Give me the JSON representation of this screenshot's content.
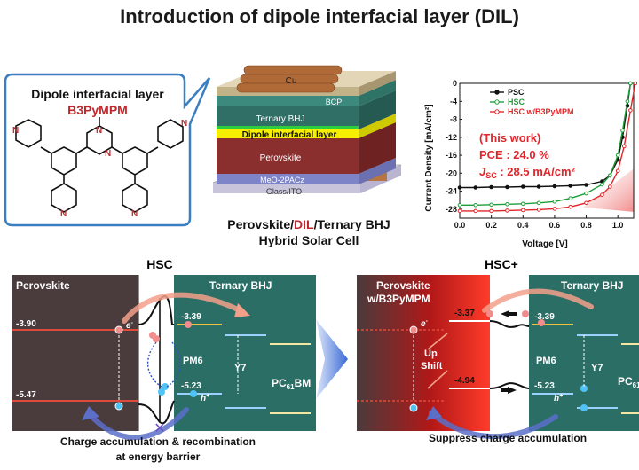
{
  "title": "Introduction of dipole interfacial layer (DIL)",
  "colors": {
    "dark_red": "#c0272d",
    "perovskite": "#4a3b3c",
    "bhj": "#2b6e66",
    "arrow_blue": "#5b6fc9"
  },
  "molecule": {
    "heading": "Dipole interfacial layer",
    "name": "B3PyMPM",
    "atom_label": "N"
  },
  "device": {
    "layers": [
      "Cu",
      "BCP",
      "Ternary BHJ",
      "Dipole interfacial layer",
      "Perovskite",
      "MeO-2PACz",
      "Glass/ITO"
    ],
    "caption_pre": "Perovskite/",
    "caption_dil": "DIL",
    "caption_post": "/Ternary BHJ",
    "caption_line2": "Hybrid Solar Cell"
  },
  "jv_plot": {
    "ylabel": "Current Density [mA/cm²]",
    "xlabel": "Voltage [V]",
    "legend": [
      "PSC",
      "HSC",
      "HSC w/B3PyMPM"
    ],
    "annotation_line1": "(This work)",
    "annotation_line2": "PCE : 24.0 %",
    "annotation_line3_italic": "J",
    "annotation_line3_sub": "SC",
    "annotation_line3_rest": " : 28.5 mA/cm²"
  },
  "chart_data": {
    "type": "line",
    "xlabel": "Voltage [V]",
    "ylabel": "Current Density [mA/cm²]",
    "xlim": [
      0.0,
      1.1
    ],
    "ylim": [
      -30,
      0
    ],
    "xticks": [
      "0.0",
      "0.2",
      "0.4",
      "0.6",
      "0.8",
      "1.0"
    ],
    "yticks": [
      "0",
      "-4",
      "-8",
      "-12",
      "-16",
      "-20",
      "-24",
      "-28"
    ],
    "series": [
      {
        "name": "PSC",
        "color": "#111111",
        "x": [
          0.0,
          0.1,
          0.2,
          0.3,
          0.4,
          0.5,
          0.6,
          0.7,
          0.8,
          0.9,
          0.95,
          1.0,
          1.03,
          1.06,
          1.08
        ],
        "y": [
          -23.2,
          -23.2,
          -23.1,
          -23.1,
          -23.0,
          -23.0,
          -22.9,
          -22.8,
          -22.6,
          -21.8,
          -20.5,
          -17.0,
          -12.0,
          -5.0,
          0.0
        ]
      },
      {
        "name": "HSC",
        "color": "#1e9e3a",
        "x": [
          0.0,
          0.1,
          0.2,
          0.3,
          0.4,
          0.5,
          0.6,
          0.7,
          0.8,
          0.9,
          0.95,
          1.0,
          1.03,
          1.06,
          1.08
        ],
        "y": [
          -27.1,
          -27.1,
          -27.0,
          -26.9,
          -26.8,
          -26.6,
          -26.3,
          -25.6,
          -24.5,
          -22.5,
          -20.5,
          -16.0,
          -10.5,
          -4.0,
          0.0
        ]
      },
      {
        "name": "HSC w/B3PyMPM",
        "color": "#e0262b",
        "x": [
          0.0,
          0.1,
          0.2,
          0.3,
          0.4,
          0.5,
          0.6,
          0.7,
          0.8,
          0.9,
          0.95,
          1.0,
          1.04,
          1.08,
          1.11
        ],
        "y": [
          -28.4,
          -28.4,
          -28.4,
          -28.3,
          -28.2,
          -28.1,
          -27.9,
          -27.5,
          -26.6,
          -24.8,
          -23.0,
          -19.5,
          -14.0,
          -6.0,
          0.0
        ]
      }
    ]
  },
  "hsc": {
    "title": "HSC",
    "perovskite_label": "Perovskite",
    "bhj_label": "Ternary  BHJ",
    "e_cb": "-3.90",
    "e_vb": "-5.47",
    "lumo": "-3.39",
    "homo": "-5.23",
    "donor": "PM6",
    "acceptor": "Y7",
    "fullerene_main": "PC",
    "fullerene_sub": "61",
    "fullerene_end": "BM",
    "electron": "e",
    "electron_sup": "-",
    "hole": "h",
    "hole_sup": "+",
    "caption1": "Charge accumulation  & recombination",
    "caption2": "at energy barrier"
  },
  "hsc_plus": {
    "title": "HSC+",
    "perovskite_label1": "Perovskite",
    "perovskite_label2": "w/B3PyMPM",
    "bhj_label": "Ternary  BHJ",
    "dil_lumo": "-3.37",
    "dil_homo": "-4.94",
    "lumo": "-3.39",
    "homo": "-5.23",
    "donor": "PM6",
    "acceptor": "Y7",
    "fullerene_main": "PC",
    "fullerene_sub": "61",
    "up1": "Up",
    "up2": "Shift",
    "electron": "e",
    "electron_sup": "-",
    "hole": "h",
    "hole_sup": "+",
    "caption": "Suppress  charge accumulation"
  }
}
